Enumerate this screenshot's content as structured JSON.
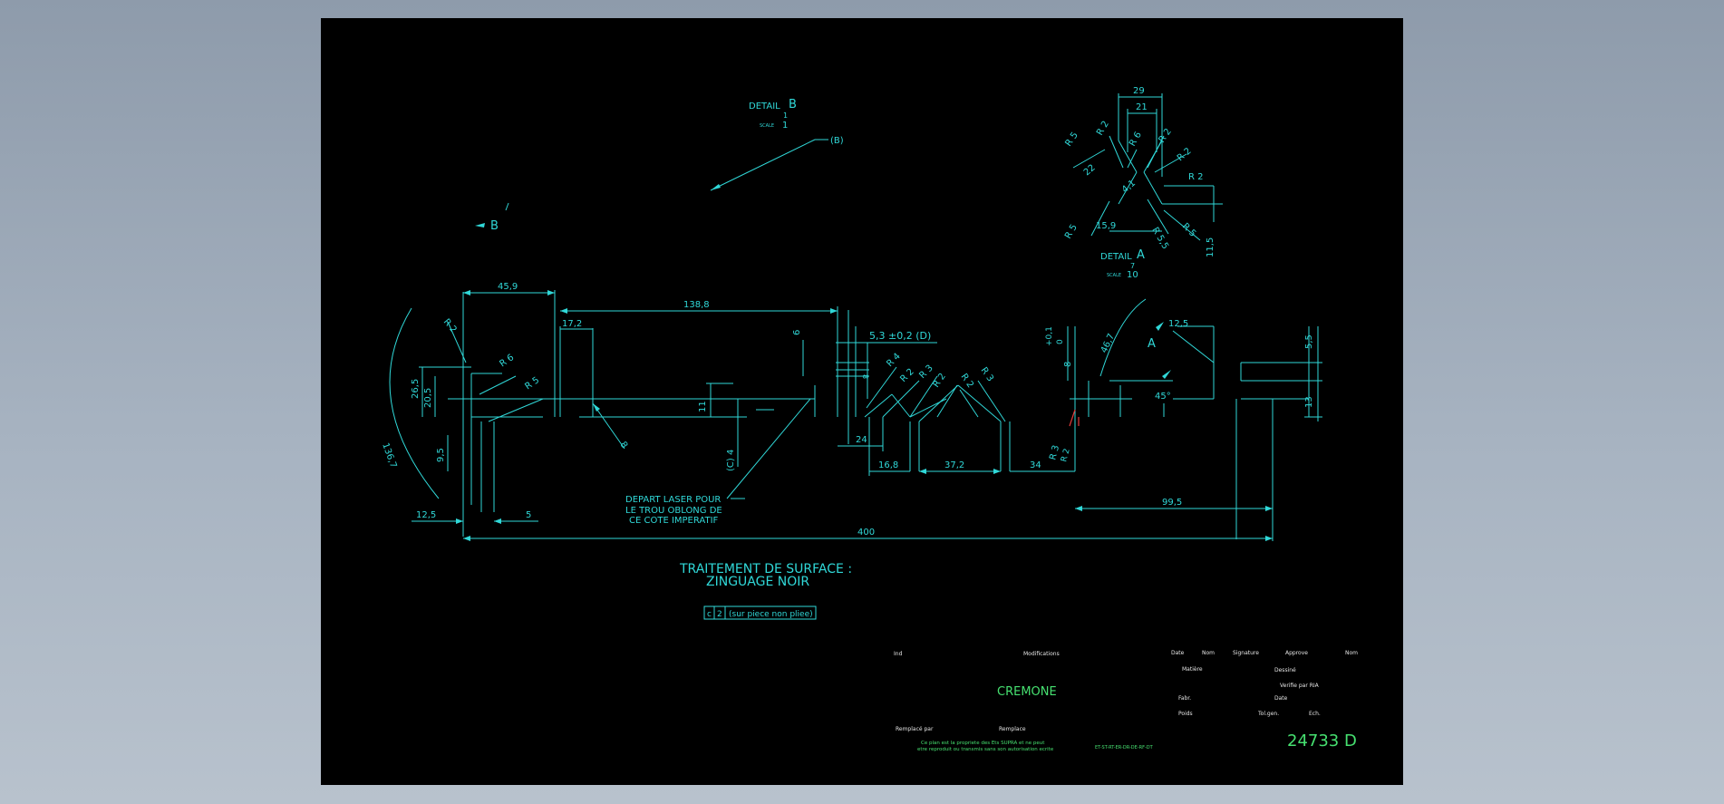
{
  "detail_b": {
    "title": "DETAIL",
    "letter": "B",
    "scale_num": "1",
    "scale_word": "SCALE",
    "scale_den": "1",
    "callout": "(B)",
    "marker": "B"
  },
  "detail_a": {
    "title": "DETAIL",
    "letter": "A",
    "scale_num": "7",
    "scale_word": "SCALE",
    "scale_den": "10",
    "marker": "A"
  },
  "detail_a_dims": {
    "d29": "29",
    "d21": "21",
    "r5a": "R 5",
    "r2a": "R 2",
    "r6": "R 6",
    "r2b": "R 2",
    "r2c": "R 2",
    "r2d": "R 2",
    "d22": "22",
    "d41": "4,1",
    "r5b": "R 5",
    "d159": "15,9",
    "r55": "R 5,5",
    "r5c": "R 5",
    "d115": "11,5"
  },
  "dims": {
    "d459": "45,9",
    "d1388": "138,8",
    "d172": "17,2",
    "r2": "R 2",
    "r6": "R 6",
    "r5": "R 5",
    "d265": "26,5",
    "d205": "20,5",
    "d95": "9,5",
    "d1367": "136,7",
    "d125": "12,5",
    "d5": "5",
    "d8a": "8",
    "d6": "6",
    "d11": "11",
    "c4": "(C) 4",
    "d8b": "8",
    "d53": "5,3 ±0,2 (D)",
    "r4": "R 4",
    "r2e": "R 2",
    "r3a": "R 3",
    "r2f": "R 2",
    "r2g": "R 2",
    "r3b": "R 3",
    "d24": "24",
    "d168": "16,8",
    "d372": "37,2",
    "d34": "34",
    "r3c": "R 3",
    "r2h": "R 2",
    "d8c": "8",
    "tol_plus": "+0,1",
    "tol_zero": "0",
    "d467": "46,7",
    "d125b": "12,5",
    "d55": "5,5",
    "d13": "13",
    "ang45": "45°",
    "d995": "99,5",
    "d400": "400"
  },
  "notes": {
    "laser_1": "DEPART LASER POUR",
    "laser_2": "LE TROU OBLONG DE",
    "laser_3": "CE COTE IMPERATIF",
    "surface_1": "TRAITEMENT DE SURFACE :",
    "surface_2": "ZINGUAGE NOIR",
    "gdt_symbol": "c",
    "gdt_value": "2",
    "gdt_note": "(sur piece non pliee)"
  },
  "title_block": {
    "ind": "Ind",
    "modifications": "Modifications",
    "date": "Date",
    "nom": "Nom",
    "signature": "Signature",
    "approve": "Approve",
    "name": "Nom",
    "part_name": "CREMONE",
    "matiere": "Matière",
    "dessine": "Dessiné",
    "verifie": "Verifie par RIA",
    "fabr": "Fabr.",
    "date2": "Date",
    "poids": "Poids",
    "tolgen": "Tol.gen.",
    "ech": "Ech.",
    "remplace_par": "Remplacé par",
    "remplace": "Remplace",
    "legal_1": "Ce plan est la propriete des Ets SUPRA et ne peut",
    "legal_2": "etre reproduit ou transmis sans son autorisation ecrite",
    "file_ref": "ET-ST-RT-ER-DR-DE-RF-DT",
    "part_number": "24733 D"
  },
  "colors": {
    "line": "#30d8d8",
    "green": "#46e070",
    "sheet": "#000000",
    "background": "#9aa6b5"
  }
}
